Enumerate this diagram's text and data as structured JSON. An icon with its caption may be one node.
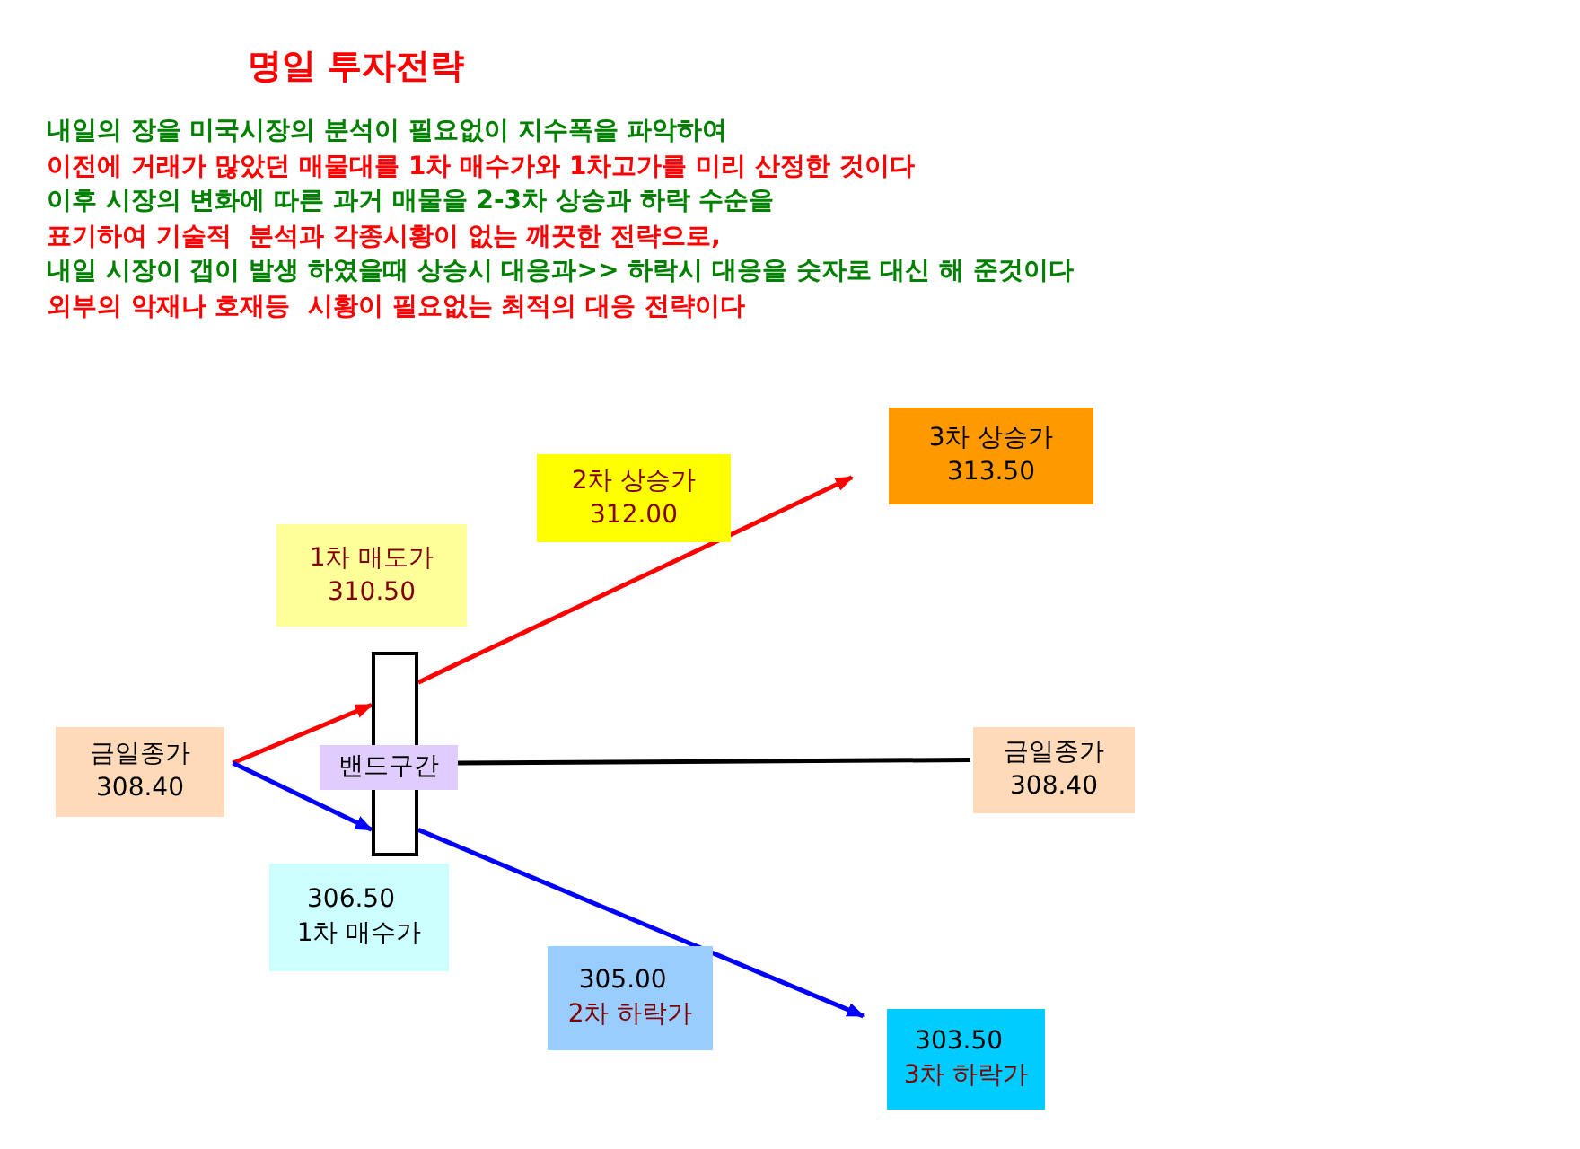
{
  "diagram": {
    "title": "명일 투자전략",
    "nodes": [
      {
        "text": [
          "금일종가 308.40"
        ]
      },
      {
        "text": [
          "1차 매도가 310.50"
        ]
      },
      {
        "text": [],
        "shape": "box"
      },
      {
        "text": [
          "밴드구간"
        ]
      },
      {
        "text": [
          "2차 상승가 312.00"
        ]
      },
      {
        "text": [
          "3차 상승가 313.50"
        ]
      },
      {
        "text": [
          "금일종가 308.40"
        ]
      },
      {
        "text": [
          "306.50 1차 매수가"
        ]
      },
      {
        "text": [
          "305.00 2차 하락가"
        ]
      },
      {
        "text": [
          "303.50 3차 하락가"
        ]
      }
    ],
    "edges": [
      {
        "from": 0,
        "to": 2,
        "arrow": "to",
        "color": "#ff0000"
      },
      {
        "from": 2,
        "to": 5,
        "arrow": "to",
        "color": "#ff0000"
      },
      {
        "from": 0,
        "to": 2,
        "arrow": "to",
        "color": "#0000ff"
      },
      {
        "from": 2,
        "to": 9,
        "arrow": "to",
        "color": "#0000ff"
      },
      {
        "from": 3,
        "to": 6,
        "arrow": "none",
        "color": "#000000"
      }
    ],
    "labels": [
      "내일의 장을 미국시장의 분석이 필요없이 지수폭을 파악하여",
      "이전에 거래가 많았던 매물대를 1차 매수가와 1차고가를 미리 산정한 것이다",
      "이후 시장의 변화에 따른 과거 매물을 2-3차 상승과 하락 수순을",
      "표기하여 기술적  분석과 각종시황이 없는 깨끗한 전략으로,",
      "내일 시장이 갭이 발생 하였을때 상승시 대응과>> 하락시 대응을 숫자로 대신 해 준것이다",
      "외부의 악재나 호재등  시황이 필요없는 최적의 대응 전략이다"
    ]
  }
}
